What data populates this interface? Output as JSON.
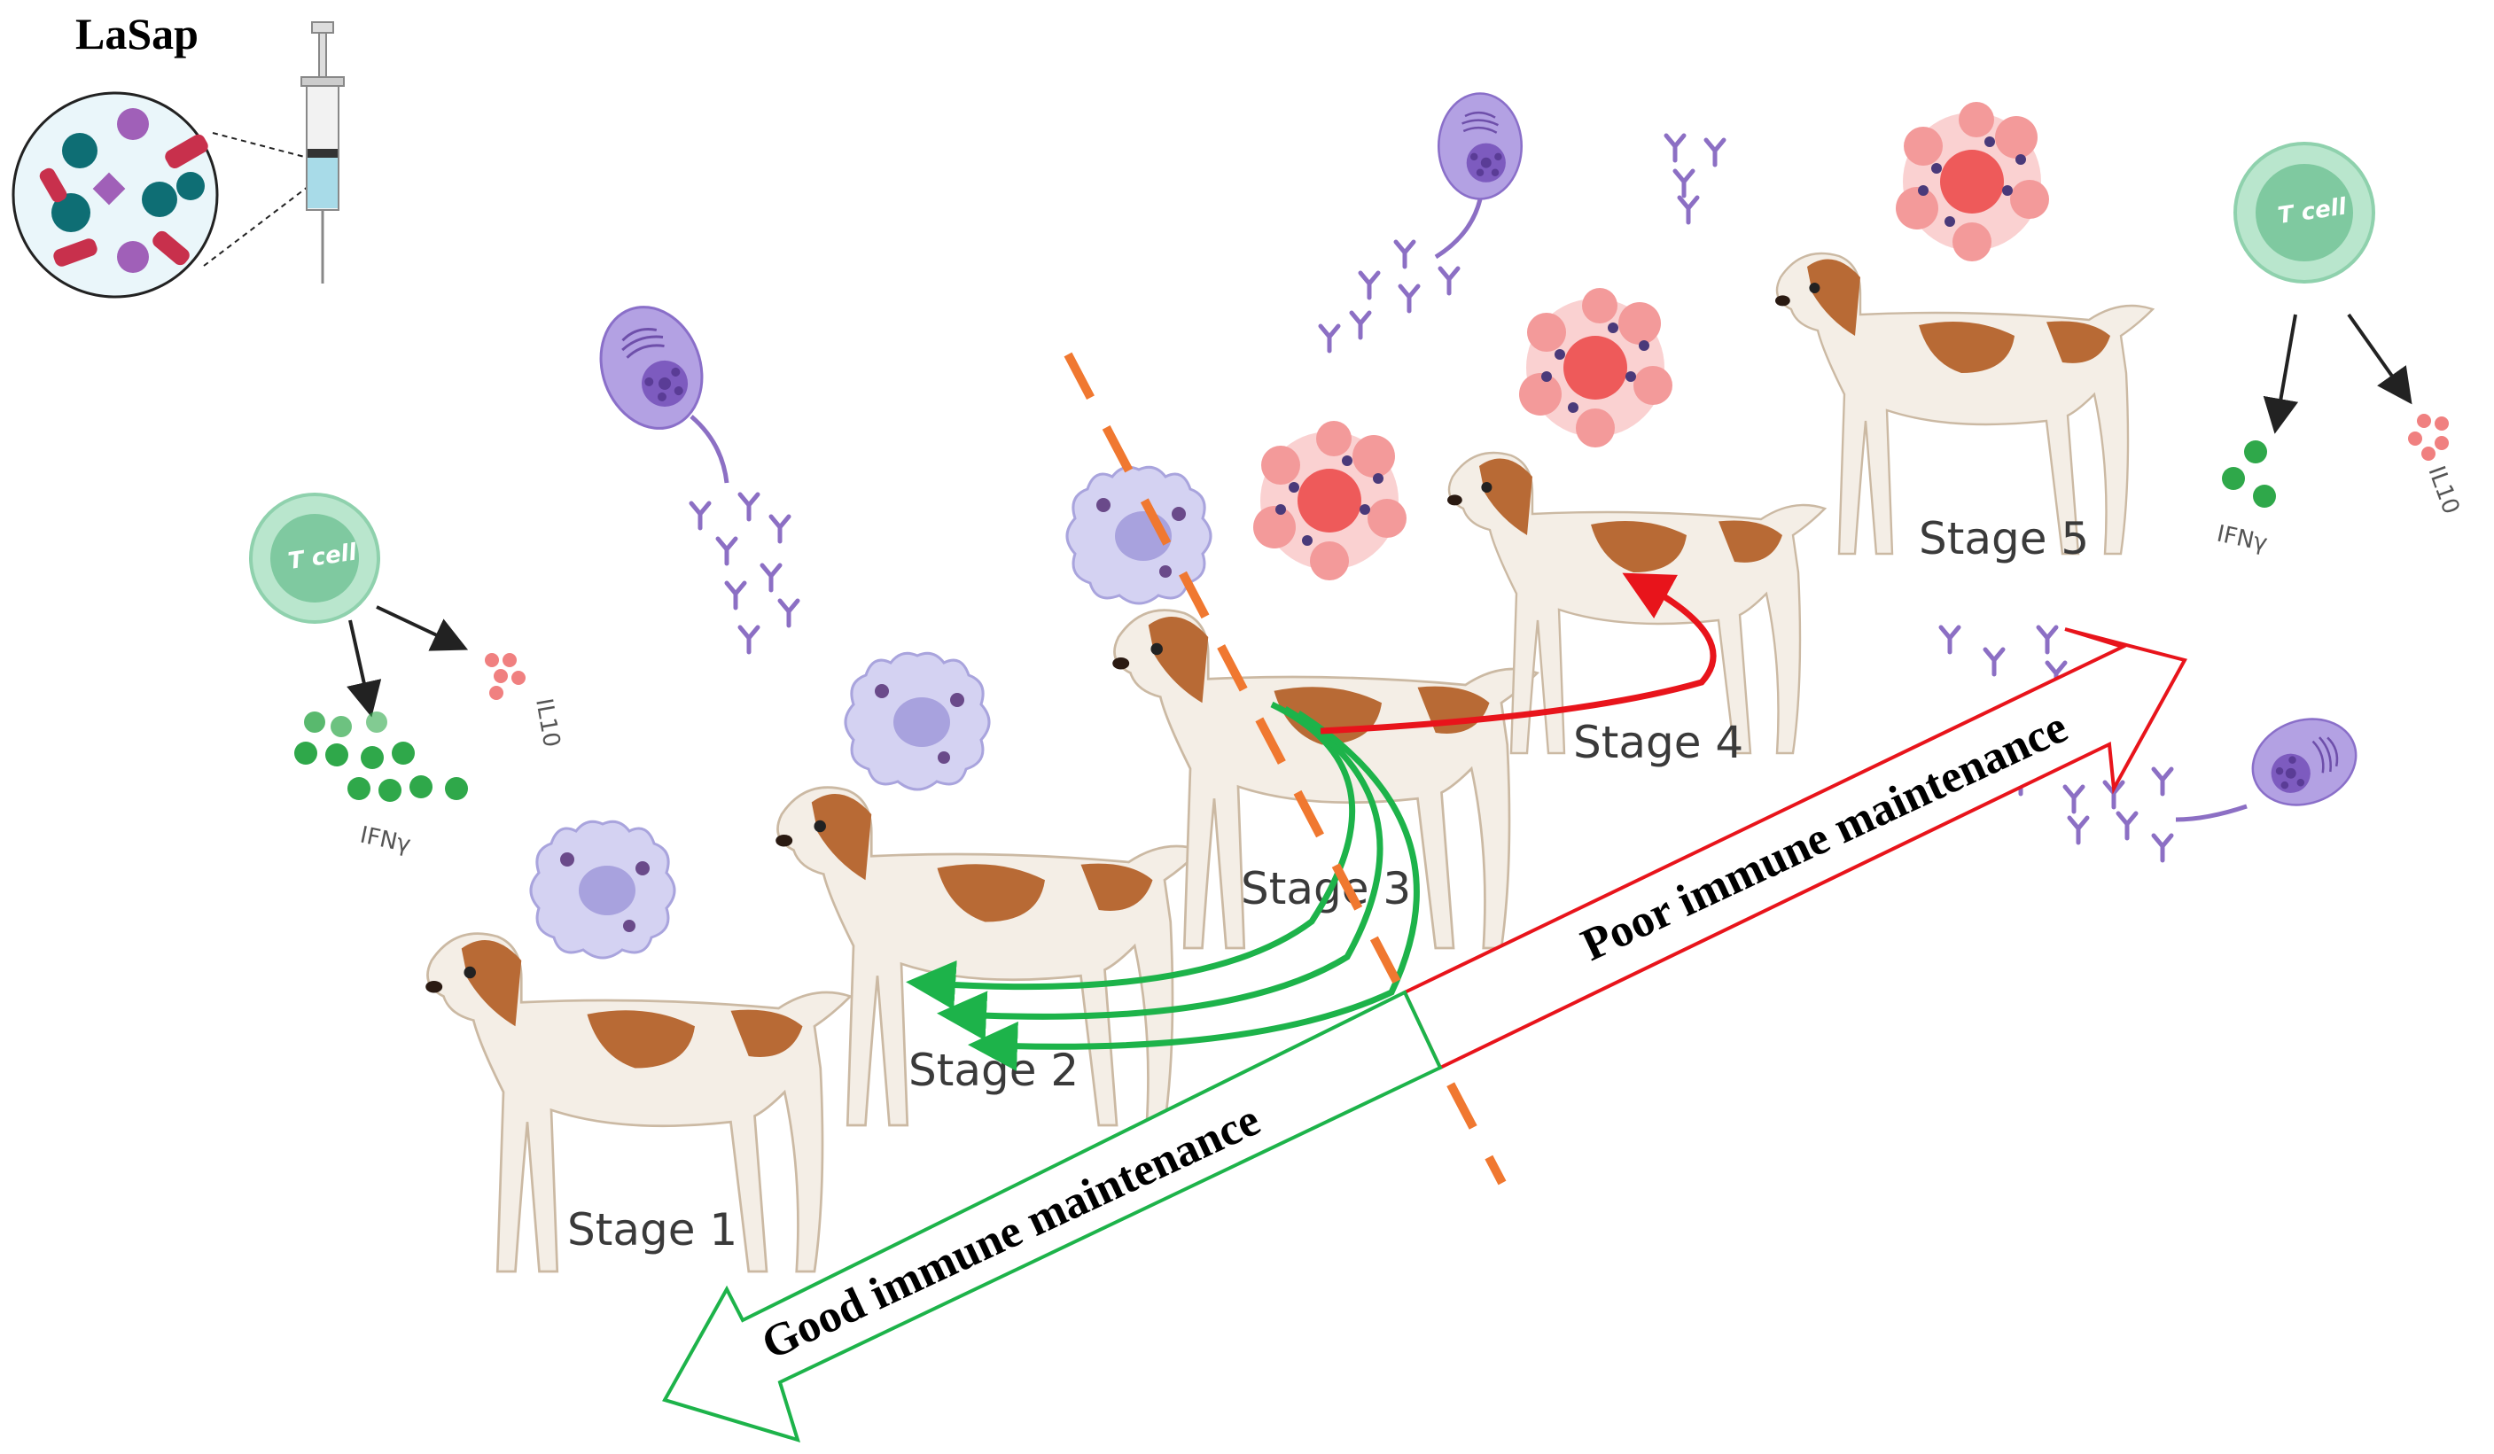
{
  "title": "LaSap",
  "stages": [
    "Stage 1",
    "Stage 2",
    "Stage 3",
    "Stage 4",
    "Stage 5"
  ],
  "arrows": {
    "good": "Good immune maintenance",
    "poor": "Poor immune maintenance"
  },
  "t_cell_label": "T cell",
  "cytokines": {
    "ifn": "IFNγ",
    "il10": "IL10"
  },
  "colors": {
    "good_arrow": "#1db34a",
    "poor_arrow": "#e8141b",
    "divider": "#f07830",
    "t_cell": "#7fc9a0",
    "dog_brown": "#b86a35",
    "macrophage": "#b8b4e8",
    "plasma_cell": "#9b7fd0",
    "tumor_cell": "#f08a8a"
  },
  "icons": [
    "syringe-icon",
    "vaccine-particles-icon",
    "t-cell-icon",
    "macrophage-icon",
    "plasma-cell-icon",
    "antibody-icon",
    "infected-cell-icon",
    "dog-icon"
  ]
}
